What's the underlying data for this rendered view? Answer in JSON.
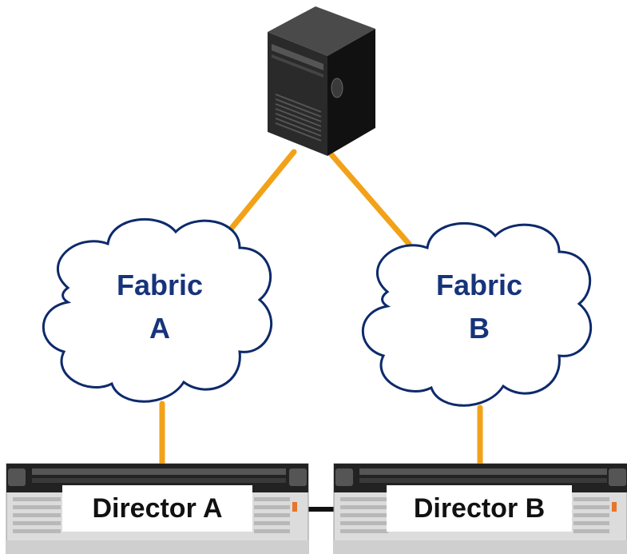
{
  "diagram": {
    "fabric_a": {
      "line1": "Fabric",
      "line2": "A"
    },
    "fabric_b": {
      "line1": "Fabric",
      "line2": "B"
    },
    "director_a": {
      "label": "Director A"
    },
    "director_b": {
      "label": "Director B"
    }
  },
  "colors": {
    "link": "#f2a218",
    "cloud_text": "#17347a",
    "cloud_stroke": "#0d2a6b",
    "server_body": "#1e1e1e",
    "director_link": "#111111"
  },
  "icons": {
    "server": "tower-server-icon",
    "cloud": "cloud-icon",
    "director": "rack-director-icon"
  }
}
